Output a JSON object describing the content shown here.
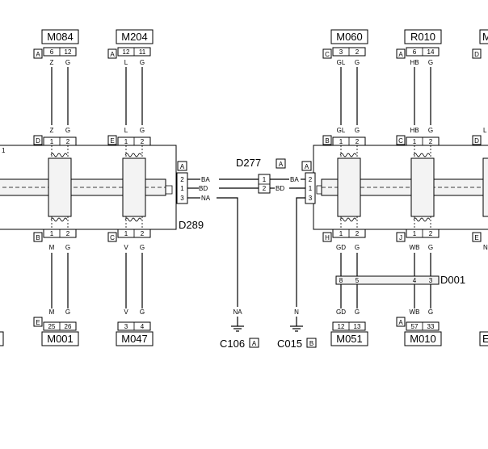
{
  "top_connectors": [
    {
      "name": "M084",
      "letter": "A",
      "pins": [
        "6",
        "12"
      ],
      "colors": [
        "Z",
        "G"
      ]
    },
    {
      "name": "M204",
      "letter": "A",
      "pins": [
        "12",
        "11"
      ],
      "colors": [
        "L",
        "G"
      ]
    },
    {
      "name": "M060",
      "letter": "C",
      "pins": [
        "3",
        "2"
      ],
      "colors": [
        "GL",
        "G"
      ]
    },
    {
      "name": "R010",
      "letter": "A",
      "pins": [
        "6",
        "14"
      ],
      "colors": [
        "HB",
        "G"
      ]
    },
    {
      "name": "M",
      "letter": "D"
    }
  ],
  "bottom_connectors": [
    {
      "name": "M001",
      "letter": "E",
      "pins": [
        "25",
        "26"
      ],
      "colors": [
        "M",
        "G"
      ]
    },
    {
      "name": "M047",
      "letter": "",
      "pins": [
        "3",
        "4"
      ],
      "colors": [
        "V",
        "G"
      ]
    },
    {
      "name": "M051",
      "letter": "",
      "pins": [
        "12",
        "13"
      ],
      "colors": [
        "GD",
        "G"
      ]
    },
    {
      "name": "M010",
      "letter": "A",
      "pins": [
        "57",
        "33"
      ],
      "colors": [
        "WB",
        "G"
      ]
    },
    {
      "name": "E"
    }
  ],
  "left_module": {
    "name": "D289",
    "top_ports": [
      {
        "letter": "D",
        "pins": [
          "1",
          "2"
        ],
        "colors": [
          "Z",
          "G"
        ]
      },
      {
        "letter": "E",
        "pins": [
          "1",
          "2"
        ],
        "colors": [
          "L",
          "G"
        ]
      }
    ],
    "bottom_ports": [
      {
        "letter": "B",
        "pins": [
          "1",
          "2"
        ],
        "colors": [
          "M",
          "G"
        ]
      },
      {
        "letter": "C",
        "pins": [
          "1",
          "2"
        ],
        "colors": [
          "V",
          "G"
        ]
      }
    ],
    "side_connector": {
      "letter": "A",
      "pins": [
        "2",
        "1",
        "3"
      ],
      "wires": [
        "BA",
        "BD",
        "NA"
      ]
    }
  },
  "right_module": {
    "top_ports": [
      {
        "letter": "B",
        "pins": [
          "1",
          "2"
        ],
        "colors": [
          "GL",
          "G"
        ]
      },
      {
        "letter": "C",
        "pins": [
          "1",
          "2"
        ],
        "colors": [
          "HB",
          "G"
        ]
      },
      {
        "letter": "D",
        "label_right": "L"
      }
    ],
    "bottom_ports": [
      {
        "letter": "H",
        "pins": [
          "1",
          "2"
        ],
        "colors": [
          "GD",
          "G"
        ]
      },
      {
        "letter": "J",
        "pins": [
          "1",
          "2"
        ],
        "colors": [
          "WB",
          "G"
        ]
      },
      {
        "letter": "E",
        "label_right": "N"
      }
    ],
    "side_connector": {
      "letter": "A",
      "pins": [
        "2",
        "1",
        "3"
      ],
      "wires": [
        "BA",
        "BD"
      ]
    }
  },
  "link_connector": {
    "name": "D277",
    "letter": "A",
    "pins": [
      "1",
      "2"
    ]
  },
  "splice": {
    "name": "D001",
    "pins": [
      "8",
      "5",
      "4",
      "3"
    ]
  },
  "grounds": [
    {
      "wire": "NA",
      "name": "C106",
      "letter": "A"
    },
    {
      "wire": "N",
      "name": "C015",
      "letter": "B"
    }
  ],
  "edge_labels": {
    "left_bottom": "1",
    "right_top": "M",
    "right_bottom": "E",
    "right_mid_top": "L",
    "right_mid_bottom": "N"
  }
}
